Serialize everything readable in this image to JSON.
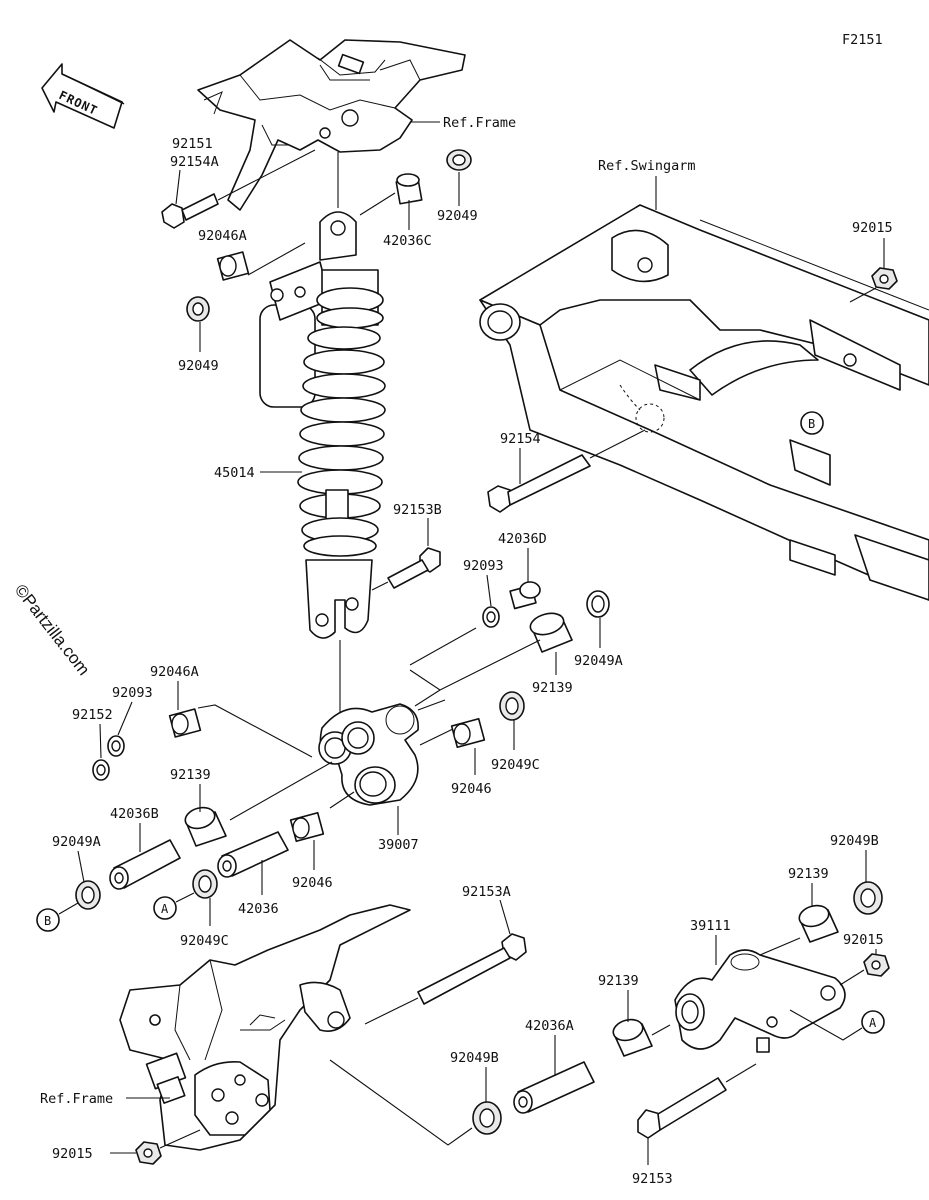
{
  "figure_code": "F2151",
  "front_label": "FRONT",
  "watermark": "©Partzilla.com",
  "ref_labels": {
    "frame_top": "Ref.Frame",
    "swingarm": "Ref.Swingarm",
    "frame_bottom": "Ref.Frame"
  },
  "callouts": {
    "a_upper": "A",
    "a_lower": "A",
    "b_upper": "B",
    "b_lower": "B"
  },
  "part_labels": {
    "p92151": "92151",
    "p92154A": "92154A",
    "p92049_top": "92049",
    "p42036C": "42036C",
    "p92046A_top": "92046A",
    "p92049_left": "92049",
    "p92015_top": "92015",
    "p92154": "92154",
    "p45014": "45014",
    "p92153B": "92153B",
    "p42036D": "42036D",
    "p92093_mid": "92093",
    "p92049A_right": "92049A",
    "p92139_mid": "92139",
    "p92046A_left": "92046A",
    "p92093_left": "92093",
    "p92152": "92152",
    "p92049C_right": "92049C",
    "p92046_right": "92046",
    "p92139_left": "92139",
    "p39007": "39007",
    "p42036B": "42036B",
    "p92049A_left": "92049A",
    "p92046_left": "92046",
    "p42036": "42036",
    "p92049C_left": "92049C",
    "p92153A": "92153A",
    "p92049B_right": "92049B",
    "p92139_right": "92139",
    "p39111": "39111",
    "p92015_right": "92015",
    "p92139_lower": "92139",
    "p42036A": "42036A",
    "p92049B_lower": "92049B",
    "p92015_bottom": "92015",
    "p92153": "92153"
  }
}
